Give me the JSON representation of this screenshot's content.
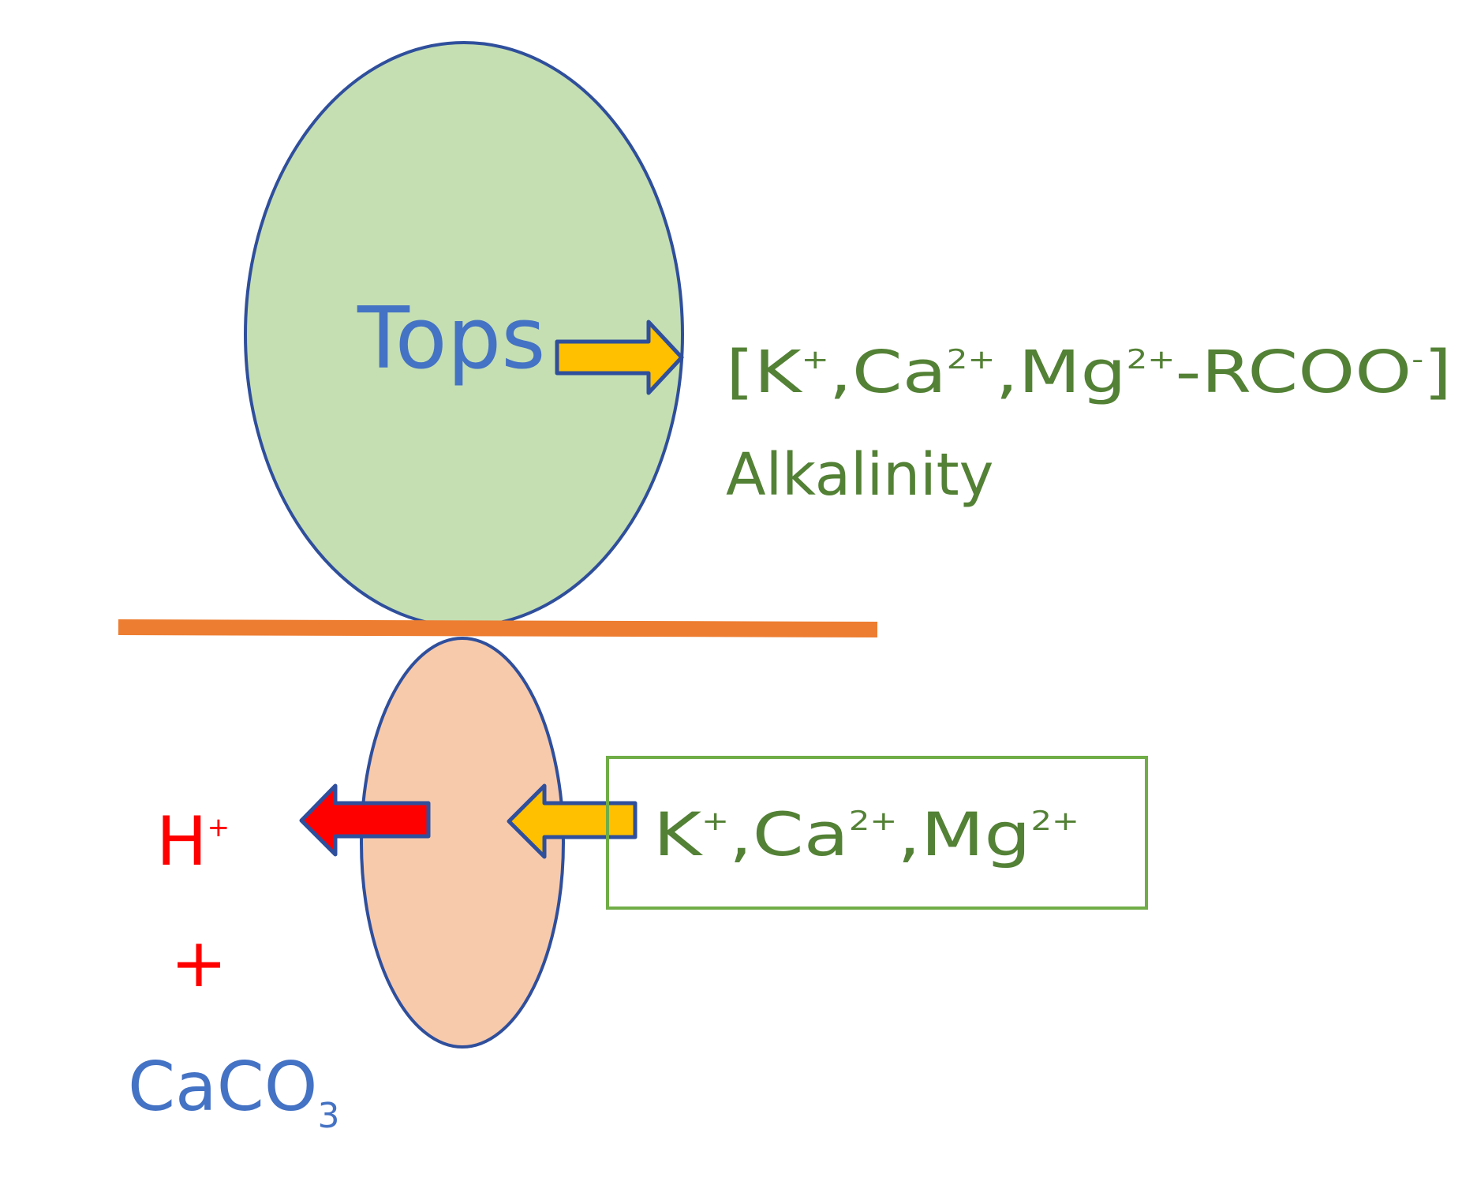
{
  "colors": {
    "green_fill": "#c5dfb3",
    "blue_outline": "#2f4f9c",
    "orange_line": "#ed7d31",
    "peach_fill": "#f7caac",
    "arrow_yellow": "#ffc000",
    "arrow_red": "#ff0000",
    "blue_text": "#4472c4",
    "green_text": "#538135",
    "red_text": "#ff0000",
    "box_outline": "#70ad47"
  },
  "labels": {
    "tops": "Tops",
    "upper_formula": {
      "open": "[",
      "k": "K",
      "k_charge": "+",
      "sep1": ",",
      "ca": "Ca",
      "ca_charge": "2+",
      "sep2": ",",
      "mg": "Mg",
      "mg_charge": "2+",
      "rcoo": "-RCOO",
      "rcoo_charge": "-",
      "close": "]"
    },
    "alkalinity": "Alkalinity",
    "box_formula": {
      "k": "K",
      "k_charge": "+",
      "sep1": ",",
      "ca": "Ca",
      "ca_charge": "2+",
      "sep2": ",",
      "mg": "Mg",
      "mg_charge": "2+"
    },
    "h": "H",
    "h_charge": "+",
    "plus": "+",
    "caco": "CaCO",
    "caco_sub": "3"
  },
  "icons": {
    "upper_arrow": "arrow-right-icon",
    "box_arrow": "arrow-left-icon",
    "proton_arrow": "arrow-left-icon"
  }
}
